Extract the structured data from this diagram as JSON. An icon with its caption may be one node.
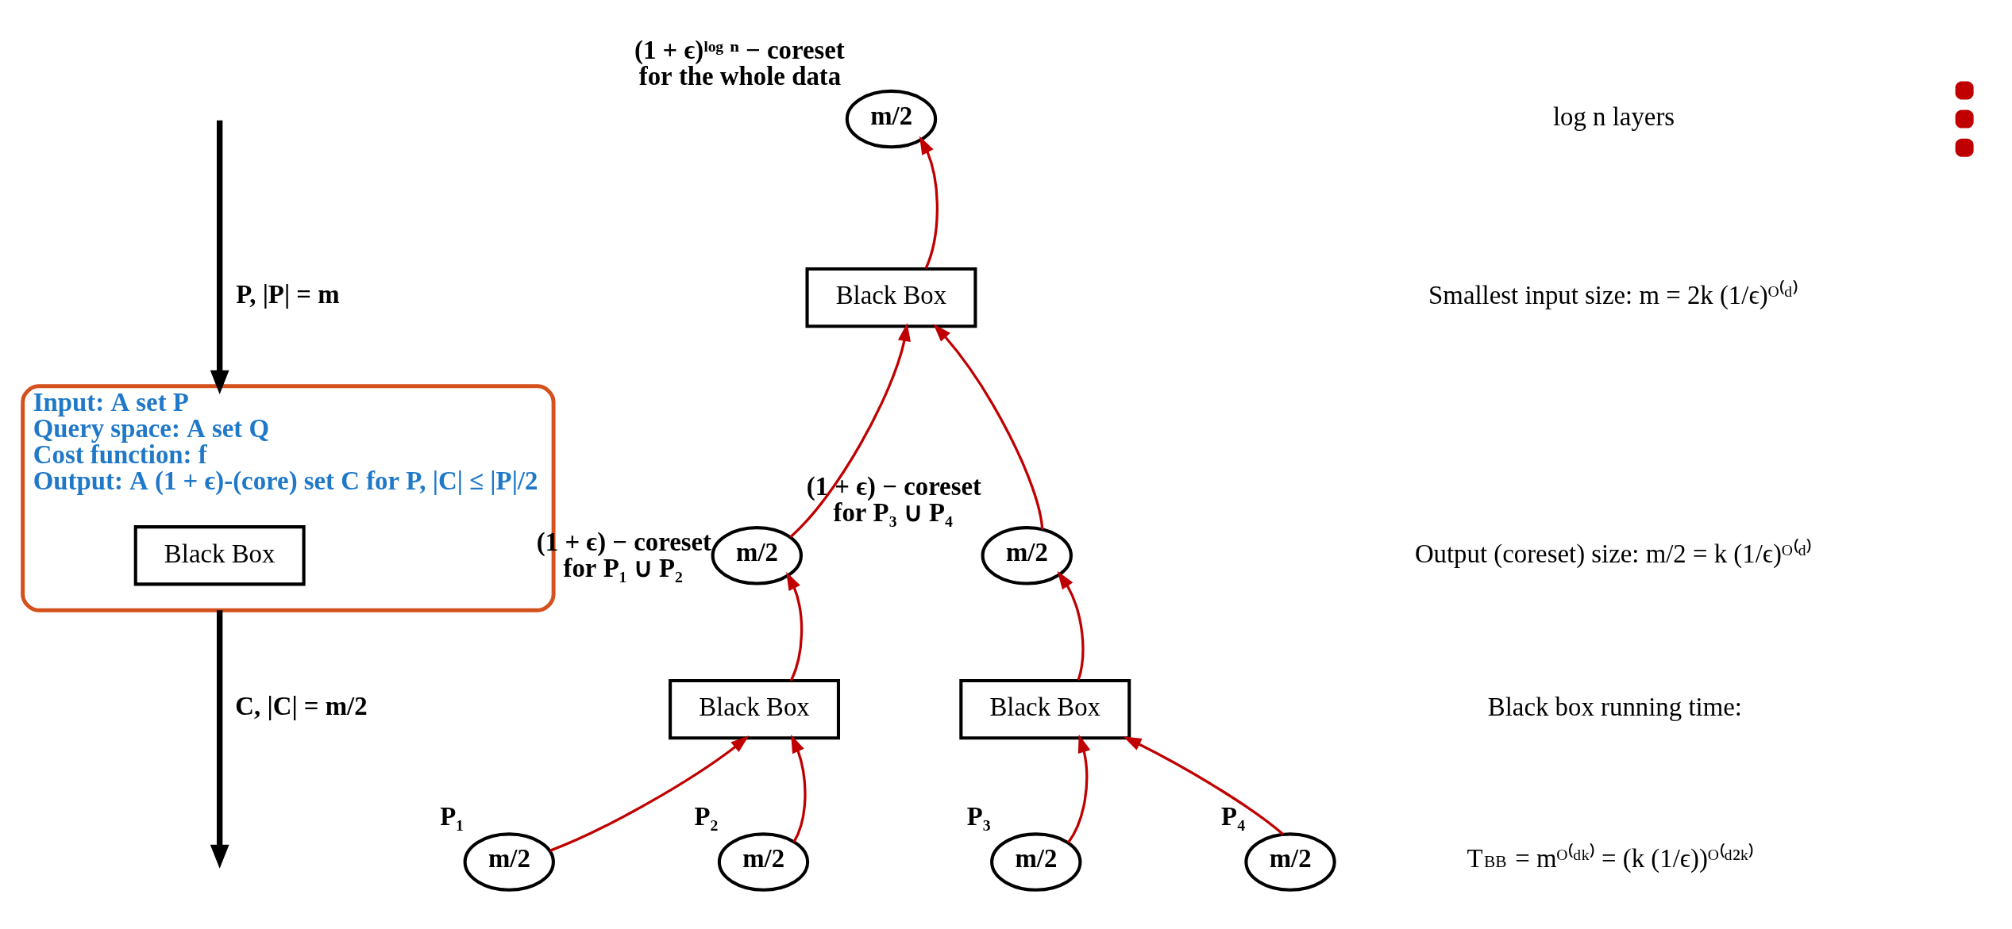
{
  "diagram": {
    "nodes": [
      {
        "text": [
          "m/2"
        ],
        "beside": [
          "(1 + ϵ)ˡᵒᵍ ⁿ − coreset",
          "for the whole data"
        ]
      },
      {
        "text": [
          "Black Box"
        ]
      },
      {
        "text": [
          "m/2"
        ],
        "beside": [
          "(1 + ϵ) − coreset",
          "for P₁ ∪ P₂"
        ]
      },
      {
        "text": [
          "m/2"
        ],
        "beside": [
          "(1 + ϵ) − coreset",
          "for P₃ ∪ P₄"
        ]
      },
      {
        "text": [
          "Black Box"
        ]
      },
      {
        "text": [
          "Black Box"
        ]
      },
      {
        "text": [
          "m/2"
        ],
        "beside": [
          "P₁"
        ]
      },
      {
        "text": [
          "m/2"
        ],
        "beside": [
          "P₂"
        ]
      },
      {
        "text": [
          "m/2"
        ],
        "beside": [
          "P₃"
        ]
      },
      {
        "text": [
          "m/2"
        ],
        "beside": [
          "P₄"
        ]
      },
      {
        "text": [
          "Input: A set P",
          "Query space: A set Q",
          "Cost function: f",
          "Output: A (1 + ϵ)-(core) set C for P, |C| ≤ |P|/2"
        ]
      },
      {
        "text": [
          "Black Box"
        ],
        "in": 10
      }
    ],
    "edges": [
      {
        "from": 6,
        "to": 4,
        "arrow": "to"
      },
      {
        "from": 7,
        "to": 4,
        "arrow": "to"
      },
      {
        "from": 8,
        "to": 5,
        "arrow": "to"
      },
      {
        "from": 9,
        "to": 5,
        "arrow": "to"
      },
      {
        "from": 4,
        "to": 2,
        "arrow": "to"
      },
      {
        "from": 5,
        "to": 3,
        "arrow": "to"
      },
      {
        "from": 2,
        "to": 1,
        "arrow": "to"
      },
      {
        "from": 3,
        "to": 1,
        "arrow": "to"
      },
      {
        "from": 1,
        "to": 0,
        "arrow": "to"
      },
      {
        "from": null,
        "to": 10,
        "arrow": "to",
        "label": "P, |P| = m",
        "color": "#000000",
        "style": "thick"
      },
      {
        "from": 10,
        "to": null,
        "arrow": "to",
        "label": "C, |C| = m/2",
        "color": "#000000",
        "style": "thick"
      }
    ],
    "labels": [
      "log n layers",
      "Smallest input size: m = 2k (1/ϵ)ᴼ⁽ᵈ⁾",
      "Output (coreset) size: m/2 = k (1/ϵ)ᴼ⁽ᵈ⁾",
      "Black box running time:",
      "T$_{BB}$ = mᴼ⁽ᵈᵏ⁾ = (k (1/ϵ))ᴼ⁽ᵈ²ᵏ⁾"
    ]
  }
}
